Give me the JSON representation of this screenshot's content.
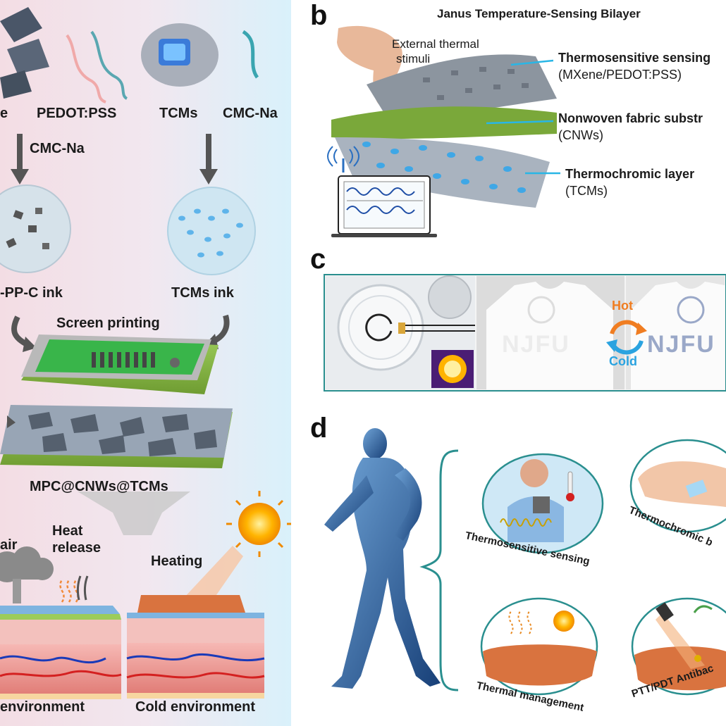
{
  "panel_b": {
    "letter": "b",
    "title": "Janus Temperature-Sensing Bilayer",
    "stimuli": [
      "External thermal",
      "stimuli"
    ],
    "layers": [
      {
        "name": "Thermosensitive sensing",
        "sub": "(MXene/PEDOT:PSS)"
      },
      {
        "name": "Nonwoven fabric substr",
        "sub": "(CNWs)"
      },
      {
        "name": "Thermochromic layer",
        "sub": "(TCMs)"
      }
    ]
  },
  "panel_c": {
    "letter": "c",
    "hot": "Hot",
    "cold": "Cold",
    "shirt_text": "NJFU"
  },
  "panel_d": {
    "letter": "d",
    "applications": [
      "Thermosensitive sensing",
      "Thermochromic b",
      "Thermal management",
      "PTT/PDT Antibac"
    ]
  },
  "panel_a": {
    "materials": [
      "e",
      "PEDOT:PSS",
      "TCMs",
      "CMC-Na"
    ],
    "additive": "CMC-Na",
    "inks": [
      "-PP-C ink",
      "TCMs ink"
    ],
    "process": "Screen printing",
    "product": "MPC@CNWs@TCMs",
    "conditions": [
      {
        "lines": [
          "air"
        ]
      },
      {
        "lines": [
          "Heat",
          "release"
        ]
      },
      {
        "lines": [
          "Heating"
        ]
      }
    ],
    "environments": [
      "environment",
      "Cold environment"
    ]
  },
  "colors": {
    "left_bg": "#f4e1e6",
    "right_bg": "#dff3fb",
    "cyan": "#29b6e6",
    "teal_bracket": "#2a8f8f",
    "hot": "#f07d21",
    "cold": "#2aa3e0"
  }
}
